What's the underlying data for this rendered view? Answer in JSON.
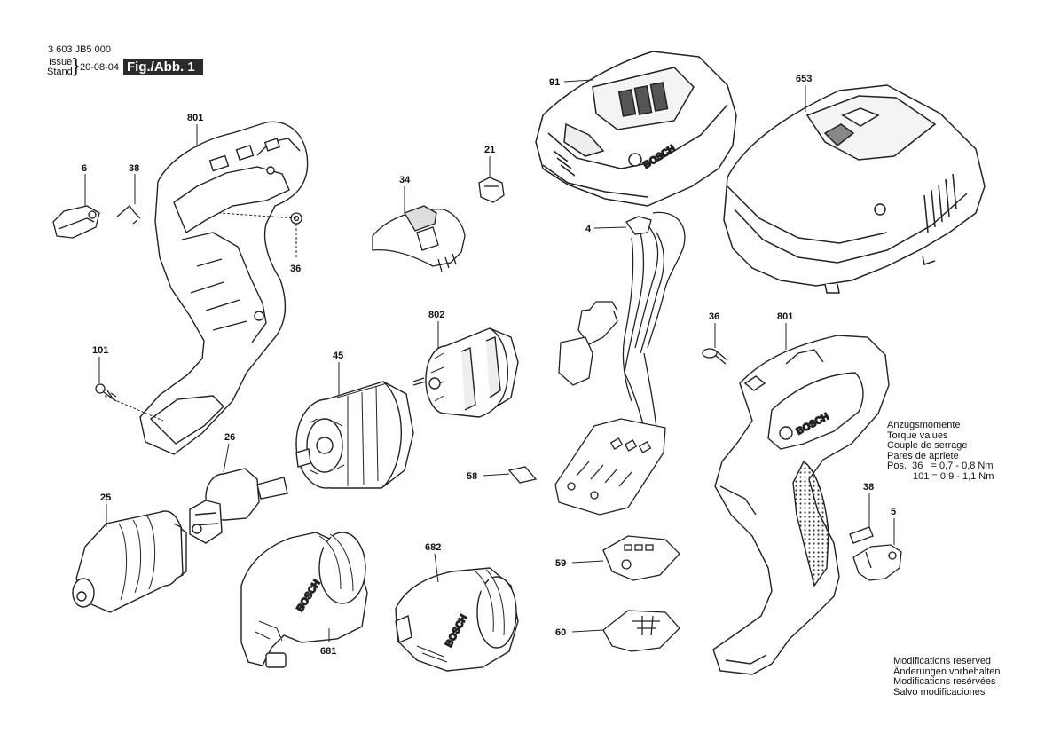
{
  "header": {
    "doc_number": "3 603 JB5 000",
    "issue_label": "Issue",
    "stand_label": "Stand",
    "date": "20-08-04",
    "figure_label": "Fig./Abb. 1"
  },
  "callouts": [
    "801",
    "6",
    "38",
    "36",
    "101",
    "34",
    "21",
    "91",
    "653",
    "4",
    "802",
    "45",
    "26",
    "25",
    "58",
    "682",
    "681",
    "59",
    "60",
    "36",
    "801",
    "38",
    "5"
  ],
  "torque": {
    "title_de": "Anzugsmomente",
    "title_en": "Torque values",
    "title_fr": "Couple de serrage",
    "title_es": "Pares de apriete",
    "row1": "Pos.  36   = 0,7 - 0,8 Nm",
    "row2": "101 = 0,9 - 1,1 Nm"
  },
  "notice": {
    "en": "Modifications reserved",
    "de": "Änderungen vorbehalten",
    "fr": "Modifications resérvées",
    "es": "Salvo modificaciones"
  },
  "brand_marks": [
    "BOSCH",
    "BOSCH",
    "BOSCH",
    "BOSCH"
  ]
}
